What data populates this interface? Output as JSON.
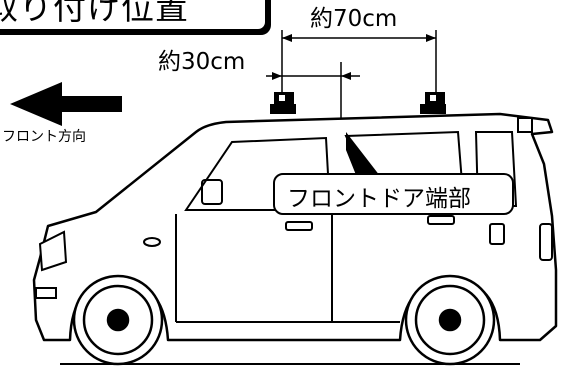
{
  "title": "取り付け位置",
  "dimensions": {
    "rack_spacing": "約70cm",
    "front_offset": "約30cm"
  },
  "direction_label": "フロント方向",
  "callout_label": "フロントドア端部",
  "colors": {
    "line": "#000000",
    "background": "#ffffff"
  }
}
